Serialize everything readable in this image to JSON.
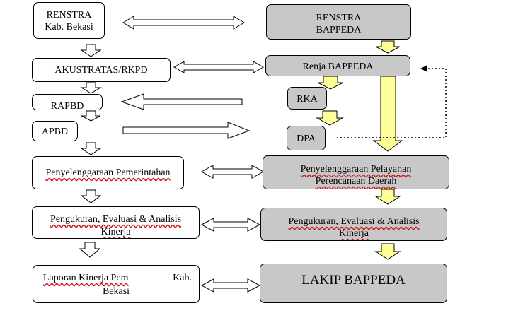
{
  "colors": {
    "yellow_arrow": "#ffff99",
    "gray_box": "#c8c8c8",
    "squiggle": "#d01010"
  },
  "left": {
    "renstra_line1": "RENSTRA",
    "renstra_line2": "Kab. Bekasi",
    "akustratas": "AKUSTRATAS/RKPD",
    "rapbd": "RAPBD",
    "apbd": "APBD",
    "penyelenggaraan": "Penyelenggaraan Pemerintahan",
    "pengukuran_line1": "Pengukuran, Evaluasi & Analisis",
    "pengukuran_line2": "Kinerja",
    "laporan_part1": "Laporan Kinerja Pem",
    "laporan_part2": "Kab.",
    "laporan_line2": "Bekasi"
  },
  "right": {
    "renstra_line1": "RENSTRA",
    "renstra_line2": "BAPPEDA",
    "renja": "Renja BAPPEDA",
    "rka": "RKA",
    "dpa": "DPA",
    "pelayanan_line1": "Penyelenggaraan Pelayanan",
    "pelayanan_line2": "Perencanaan Daerah",
    "pengukuran_line1": "Pengukuran, Evaluasi & Analisis",
    "pengukuran_line2": "Kinerja",
    "lakip": "LAKIP BAPPEDA"
  }
}
